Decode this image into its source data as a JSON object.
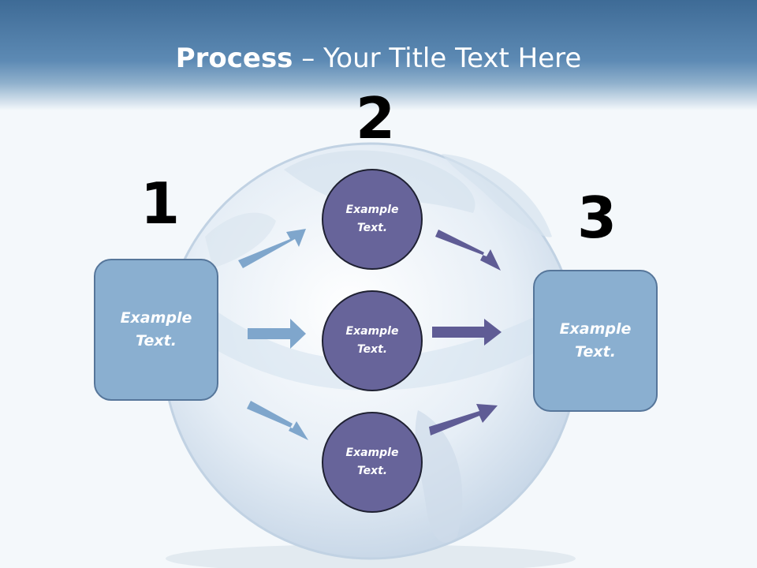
{
  "title": {
    "bold": "Process",
    "rest": " – Your Title Text Here"
  },
  "steps": [
    "1",
    "2",
    "3"
  ],
  "left_box": "Example\nText.",
  "circles": [
    "Example\nText.",
    "Example\nText.",
    "Example\nText."
  ],
  "right_box": "Example\nText.",
  "colors": {
    "box_fill": "#8aafd0",
    "circle_fill": "#67649a",
    "left_arrow": "#7fa6cc",
    "right_arrow": "#5f5c95"
  }
}
